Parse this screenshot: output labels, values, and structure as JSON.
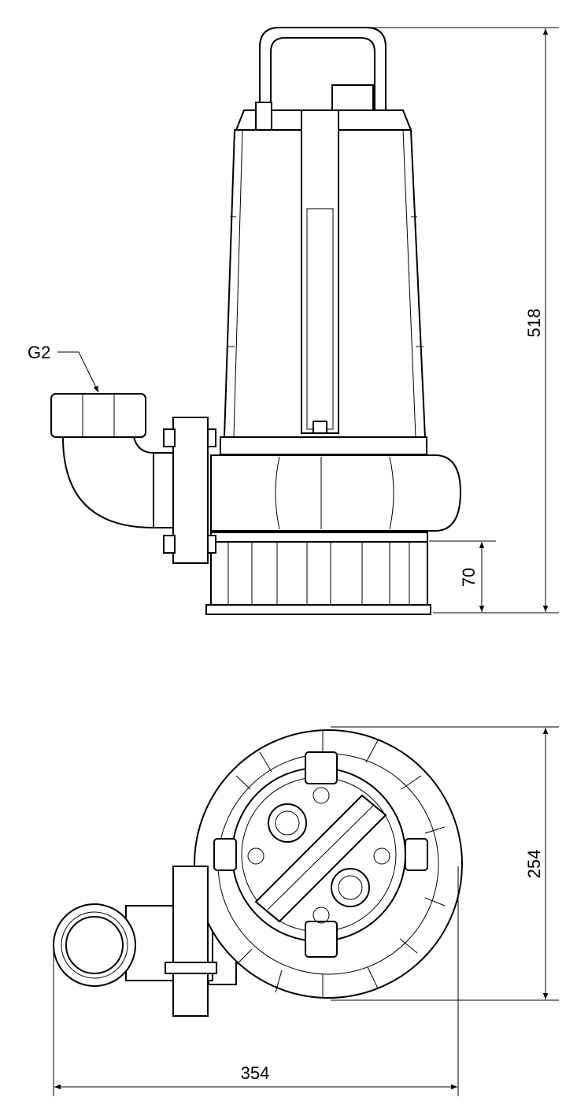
{
  "drawing": {
    "side_view": {
      "connection_label": "G2",
      "height_dimension": "518",
      "base_height_dimension": "70"
    },
    "top_view": {
      "depth_dimension": "254",
      "width_dimension": "354"
    },
    "colors": {
      "line": "#000000",
      "background": "#ffffff"
    }
  }
}
